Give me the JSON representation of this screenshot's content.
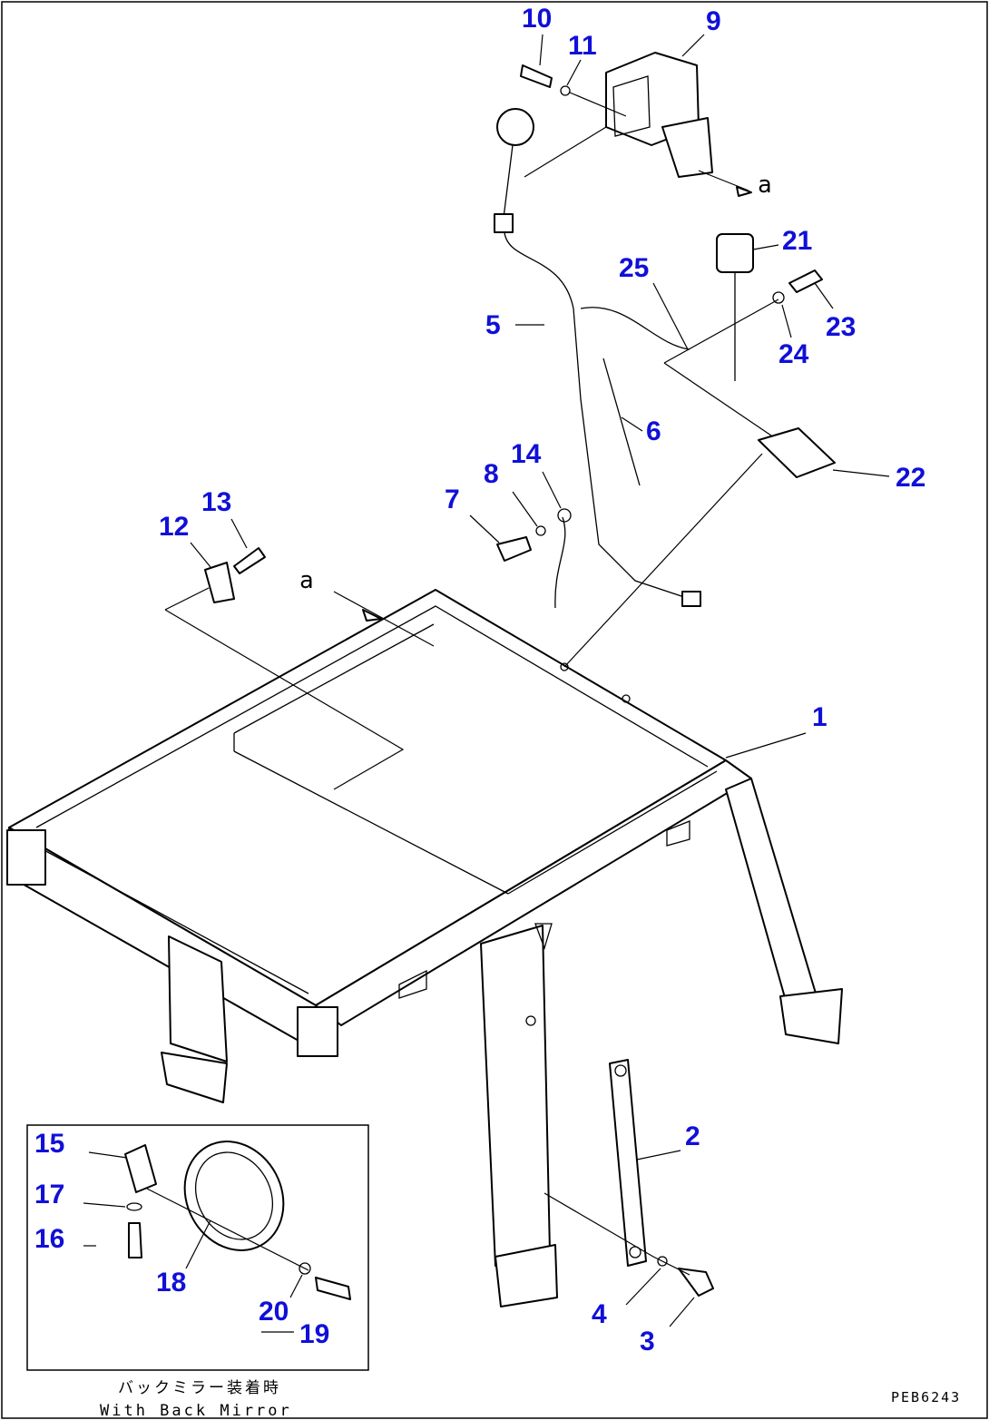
{
  "callouts": {
    "c1": "1",
    "c2": "2",
    "c3": "3",
    "c4": "4",
    "c5": "5",
    "c6": "6",
    "c7": "7",
    "c8": "8",
    "c9": "9",
    "c10": "10",
    "c11": "11",
    "c12": "12",
    "c13": "13",
    "c14": "14",
    "c15": "15",
    "c16": "16",
    "c17": "17",
    "c18": "18",
    "c19": "19",
    "c20": "20",
    "c21": "21",
    "c22": "22",
    "c23": "23",
    "c24": "24",
    "c25": "25"
  },
  "reference_marks": {
    "a_top": "a",
    "a_left": "a"
  },
  "inset": {
    "caption_jp": "バックミラー装着時",
    "caption_en": "With Back Mirror"
  },
  "drawing_code": "PEB6243",
  "colors": {
    "callout": "#1010d8",
    "line": "#000000",
    "background": "#ffffff"
  }
}
